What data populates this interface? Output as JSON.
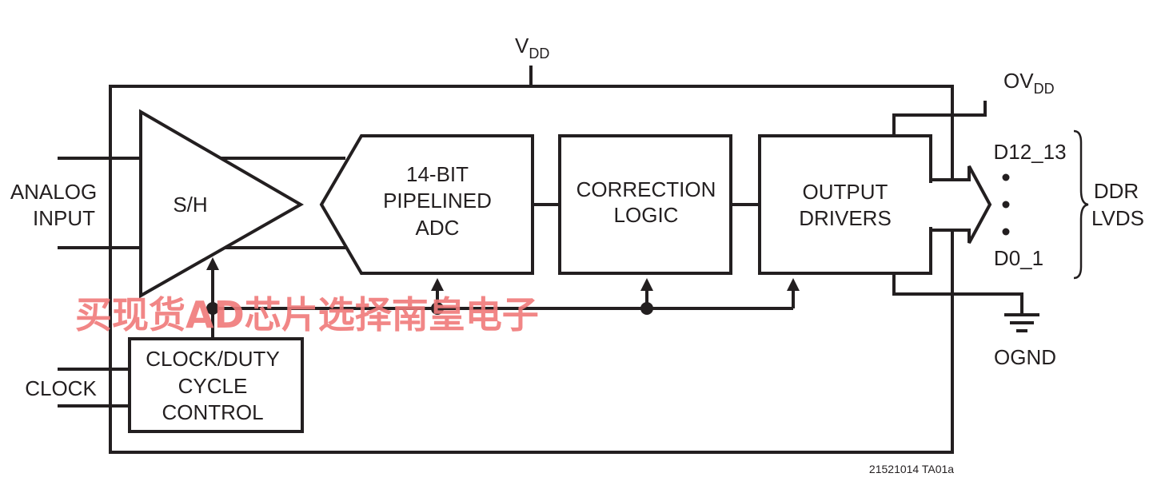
{
  "labels": {
    "vdd_main": "V",
    "vdd_sub": "DD",
    "ovdd_main": "OV",
    "ovdd_sub": "DD",
    "analog_input_line1": "ANALOG",
    "analog_input_line2": "INPUT",
    "clock": "CLOCK",
    "sh": "S/H",
    "adc_line1": "14-BIT",
    "adc_line2": "PIPELINED",
    "adc_line3": "ADC",
    "correction_line1": "CORRECTION",
    "correction_line2": "LOGIC",
    "output_line1": "OUTPUT",
    "output_line2": "DRIVERS",
    "clock_ctrl_line1": "CLOCK/DUTY",
    "clock_ctrl_line2": "CYCLE",
    "clock_ctrl_line3": "CONTROL",
    "d_top": "D12_13",
    "d_bottom": "D0_1",
    "ddr_line1": "DDR",
    "ddr_line2": "LVDS",
    "ognd": "OGND",
    "figure_id": "21521014 TA01a",
    "watermark": "买现货AD芯片选择南皇电子"
  }
}
